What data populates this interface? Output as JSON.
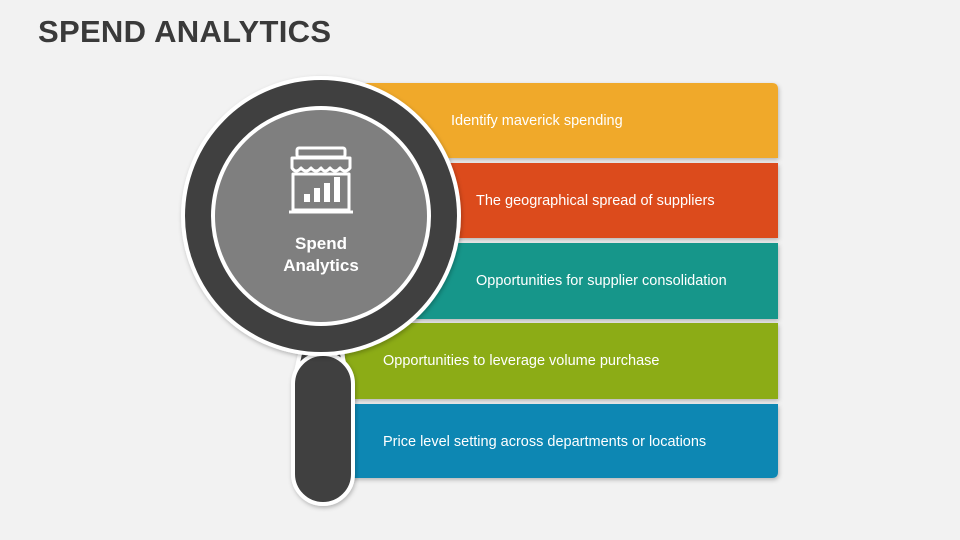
{
  "title": "SPEND ANALYTICS",
  "lens": {
    "label_line1": "Spend",
    "label_line2": "Analytics",
    "icon": "storefront-chart-icon"
  },
  "items": [
    {
      "label": "Identify maverick spending",
      "color": "#f0a92b"
    },
    {
      "label": "The geographical spread of suppliers",
      "color": "#dc4b1c"
    },
    {
      "label": "Opportunities for supplier consolidation",
      "color": "#14968a"
    },
    {
      "label": "Opportunities to leverage volume purchase",
      "color": "#8cac14"
    },
    {
      "label": "Price level setting across departments or locations",
      "color": "#0e87b3"
    }
  ],
  "colors": {
    "background": "#f2f2f2",
    "magnifier_ring": "#3f3f3f",
    "lens_fill": "#7f7f7f",
    "title": "#3a3a3a"
  }
}
